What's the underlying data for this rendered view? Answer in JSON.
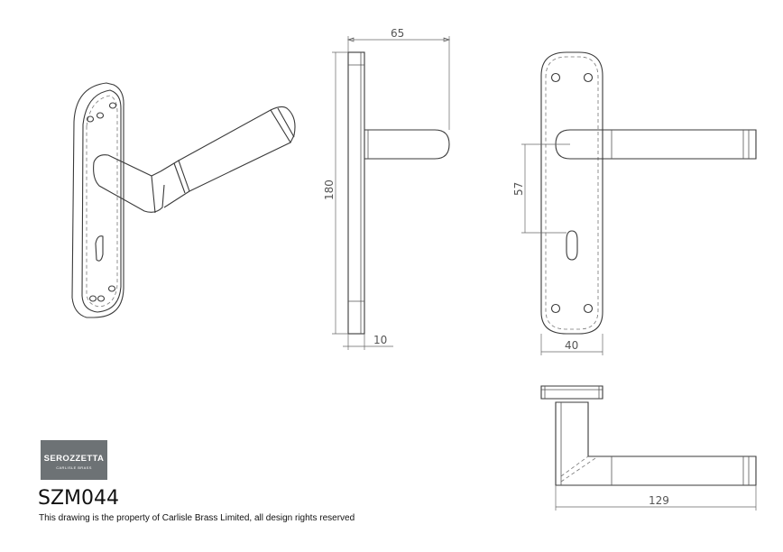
{
  "drawing": {
    "product_code": "SZM044",
    "copyright_note": "This drawing is the property of Carlisle Brass Limited, all design rights reserved",
    "logo": {
      "brand": "SEROZZETTA",
      "sub": "CARLISLE BRASS"
    },
    "dimensions": {
      "side_projection": "65",
      "plate_height": "180",
      "plate_thickness": "10",
      "lever_to_keyhole": "57",
      "plate_width": "40",
      "lever_length": "129"
    }
  }
}
